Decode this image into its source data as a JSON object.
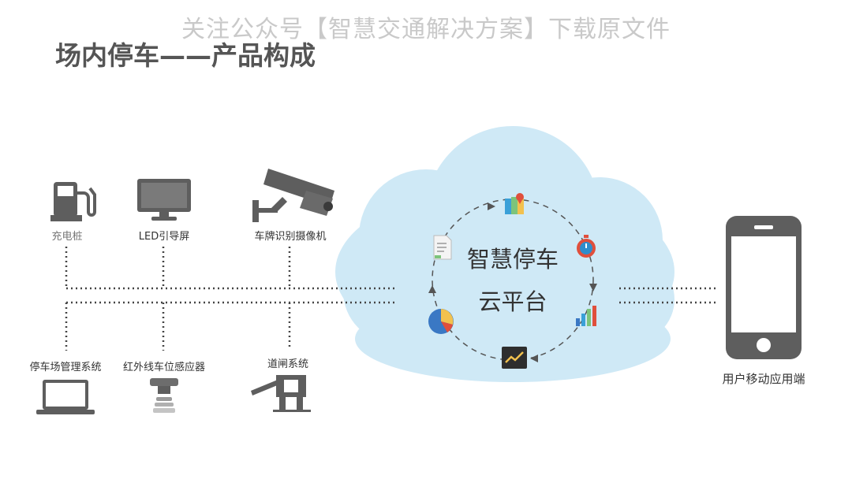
{
  "watermark": "关注公众号【智慧交通解决方案】下载原文件",
  "title": "场内停车——产品构成",
  "devices_top": {
    "charger": "充电桩",
    "led_screen": "LED引导屏",
    "plate_camera": "车牌识别摄像机"
  },
  "devices_bottom": {
    "parking_mgmt": "停车场管理系统",
    "ir_sensor": "红外线车位感应器",
    "gate": "道闸系统"
  },
  "cloud": {
    "line1": "智慧停车",
    "line2": "云平台"
  },
  "mobile": "用户移动应用端",
  "colors": {
    "cloud_fill": "#cfe9f6",
    "icon_gray": "#5e5e5e",
    "text": "#333333"
  },
  "icons": [
    "fuel-pump-icon",
    "monitor-icon",
    "cctv-camera-icon",
    "laptop-icon",
    "sensor-icon",
    "barrier-gate-icon",
    "map-pin-icon",
    "stopwatch-icon",
    "bar-chart-icon",
    "trend-chart-icon",
    "pie-chart-icon",
    "document-icon",
    "smartphone-icon"
  ]
}
